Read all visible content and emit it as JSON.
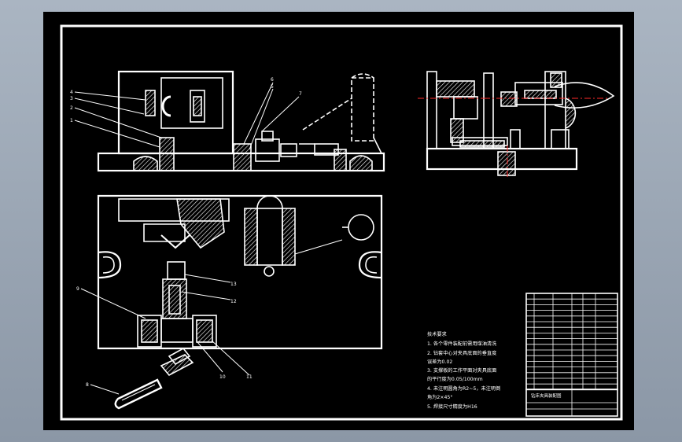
{
  "colors": {
    "background": "#9aa5b3",
    "canvas": "#000000",
    "line": "#ffffff",
    "centerline": "#ff2a2a"
  },
  "callouts": {
    "front_view": [
      "4",
      "3",
      "2",
      "1",
      "6",
      "5",
      "7"
    ],
    "top_view": [
      "9",
      "13",
      "12",
      "8",
      "10",
      "11"
    ]
  },
  "notes": {
    "title": "技术要求",
    "lines": [
      "1. 各个零件装配前需用煤油清洗",
      "2. 钻套中心对夹具底面的垂直度",
      "   误差为0.02",
      "3. 支撑板的工作平面对夹具底面",
      "   的平行度为0.05/100mm",
      "4. 未注明圆角为R2~5，未注明倒",
      "   角为2×45°",
      "5. 焊接尺寸精度为H16"
    ]
  },
  "title_block": {
    "title": "钻床夹具装配图"
  }
}
